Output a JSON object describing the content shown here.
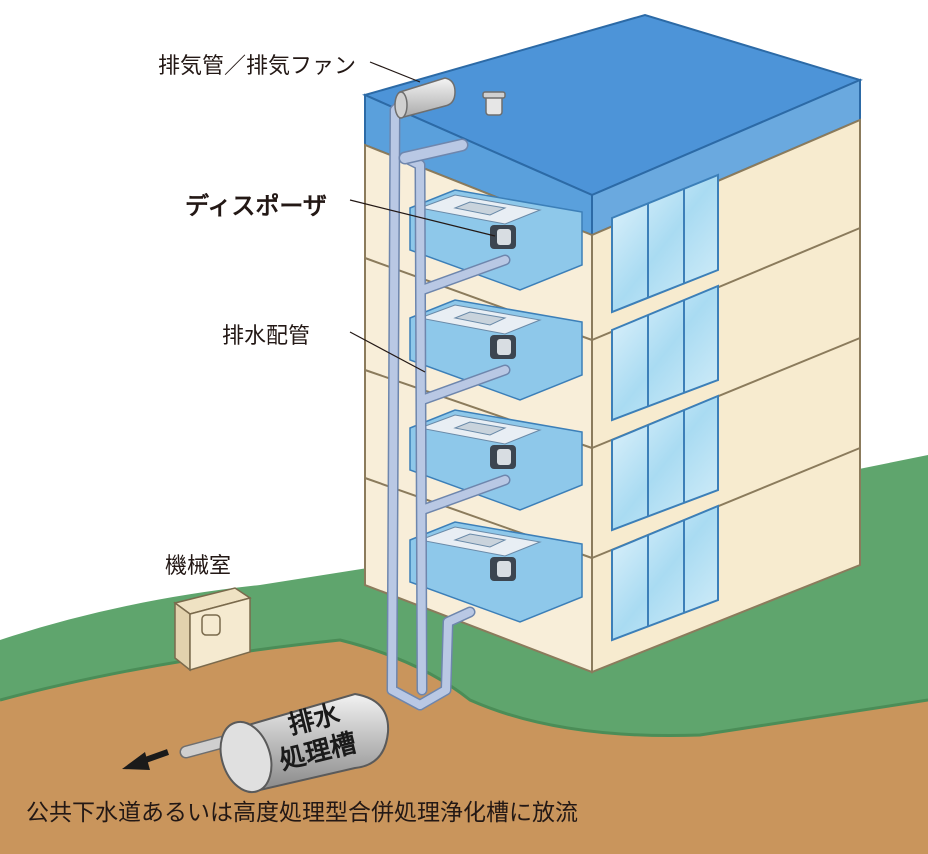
{
  "labels": {
    "exhaust_fan": "排気管／排気ファン",
    "disposer": "ディスポーザ",
    "drain_pipe": "排水配管",
    "machine_room": "機械室",
    "tank_line1": "排水",
    "tank_line2": "処理槽",
    "discharge": "公共下水道あるいは高度処理型合併処理浄化槽に放流"
  },
  "colors": {
    "roof_blue": "#5aa0dc",
    "wall_cream": "#f8eed9",
    "ground_green": "#5fa56d",
    "soil_brown": "#c9955c",
    "pipe_blue": "#b9c8e4",
    "kitchen_blue": "#8ec8ea",
    "window_blue": "#bfe3f4"
  }
}
